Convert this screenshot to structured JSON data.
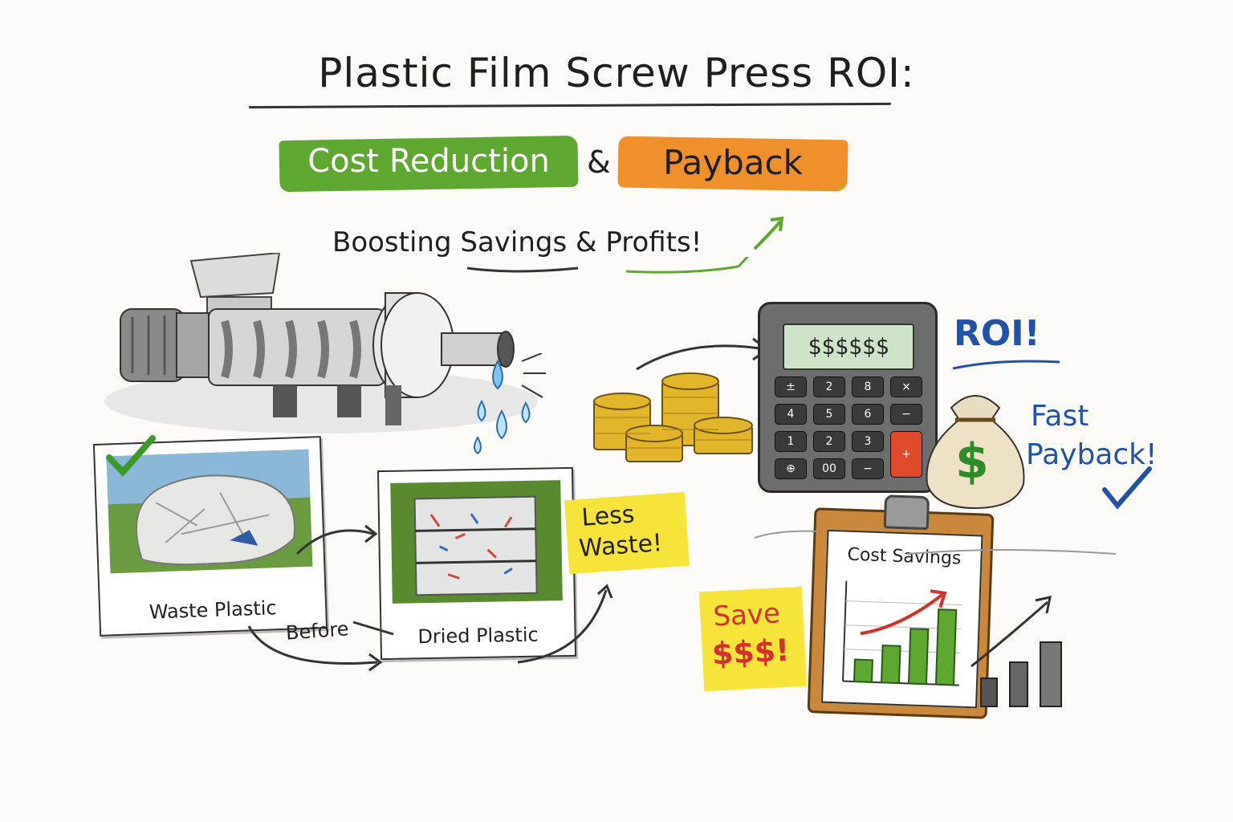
{
  "title": "Plastic Film Screw Press ROI:",
  "subtitle": {
    "part1": "Cost Reduction",
    "amp": "&",
    "part2": "Payback"
  },
  "tagline": "Boosting Savings & Profits!",
  "calculator": {
    "display": "$$$$$$",
    "keys": [
      "±",
      "2",
      "8",
      "×",
      "4",
      "5",
      "6",
      "−",
      "1",
      "2",
      "3",
      "+",
      "⊕",
      "00",
      "−"
    ]
  },
  "labels": {
    "roi": "ROI!",
    "fast_payback_1": "Fast",
    "fast_payback_2": "Payback!",
    "less_waste_1": "Less",
    "less_waste_2": "Waste!",
    "before": "Before",
    "save_1": "Save",
    "save_2": "$$$!",
    "money_bag": "$"
  },
  "photos": {
    "waste": "Waste Plastic",
    "dried": "Dried Plastic"
  },
  "clipboard": {
    "title": "Cost Savings",
    "bars": [
      0.25,
      0.42,
      0.62,
      0.85
    ]
  },
  "colors": {
    "green": "#5ea832",
    "orange": "#f0902a",
    "blue": "#2152a8",
    "red": "#d6302a",
    "gold": "#e0b02a"
  }
}
